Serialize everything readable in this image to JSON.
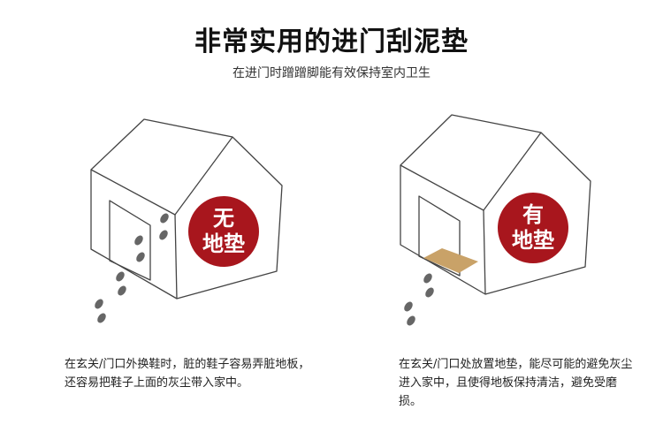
{
  "title": "非常实用的进门刮泥垫",
  "subtitle": "在进门时蹭蹭脚能有效保持室内卫生",
  "left_panel": {
    "badge_line1": "无",
    "badge_line2": "地垫",
    "description": "在玄关/门口外换鞋时，脏的鞋子容易弄脏地板，还容易把鞋子上面的灰尘带入家中。"
  },
  "right_panel": {
    "badge_line1": "有",
    "badge_line2": "地垫",
    "description": "在玄关/门口处放置地垫，能尽可能的避免灰尘进入家中，且使得地板保持清洁，避免受磨损。"
  },
  "colors": {
    "badge": "#a8161d",
    "mat": "#c9a268",
    "line": "#444444",
    "footprint": "#666666"
  }
}
